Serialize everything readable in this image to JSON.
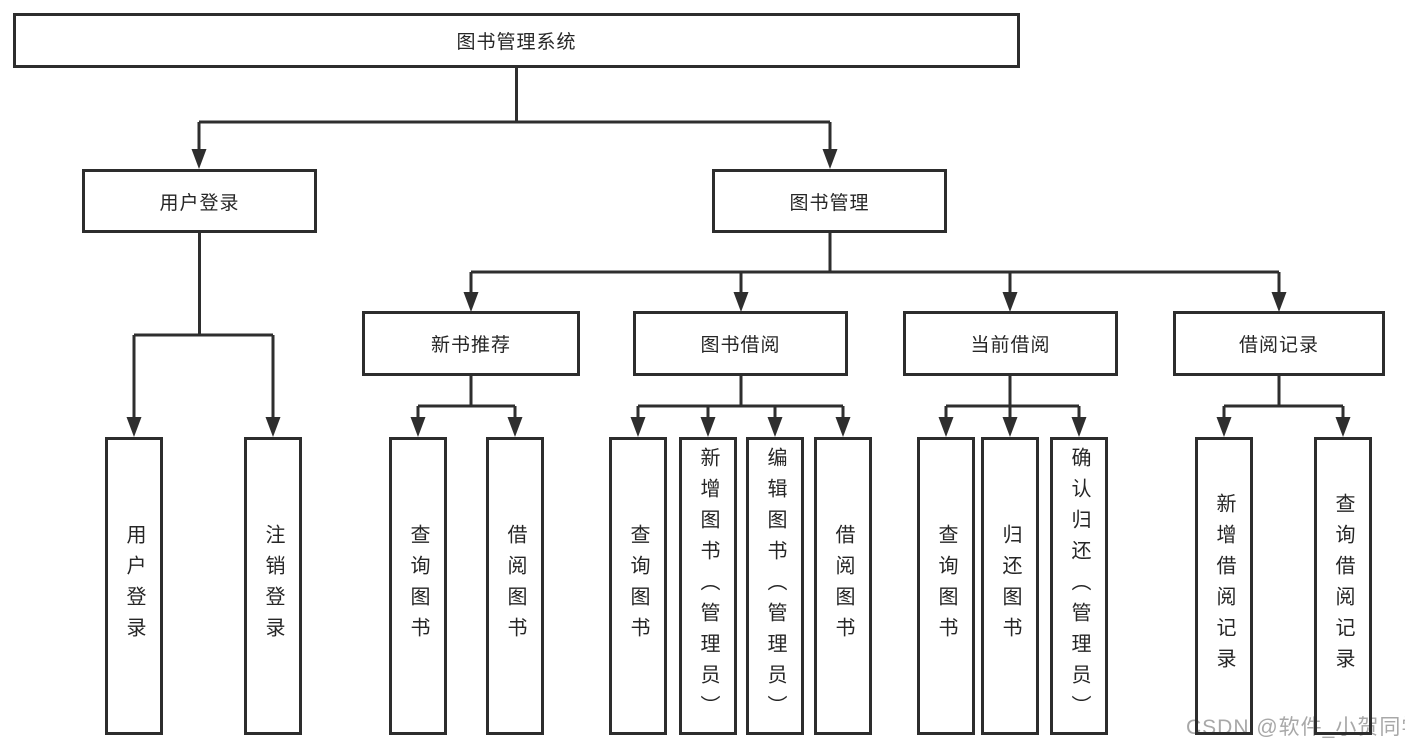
{
  "diagram": {
    "root": "图书管理系统",
    "children": [
      {
        "label": "用户登录",
        "children": [
          "用户登录",
          "注销登录"
        ]
      },
      {
        "label": "图书管理",
        "children": [
          {
            "label": "新书推荐",
            "children": [
              "查询图书",
              "借阅图书"
            ]
          },
          {
            "label": "图书借阅",
            "children": [
              "查询图书",
              "新增图书（管理员）",
              "编辑图书（管理员）",
              "借阅图书"
            ]
          },
          {
            "label": "当前借阅",
            "children": [
              "查询图书",
              "归还图书",
              "确认归还（管理员）"
            ]
          },
          {
            "label": "借阅记录",
            "children": [
              "新增借阅记录",
              "查询借阅记录"
            ]
          }
        ]
      }
    ]
  },
  "watermark": "CSDN @软件_小贺同学",
  "colors": {
    "line": "#2e2e2e",
    "box_border": "#2d2d2d",
    "text": "#262626",
    "watermark": "#a8a8a8",
    "background": "#ffffff"
  }
}
